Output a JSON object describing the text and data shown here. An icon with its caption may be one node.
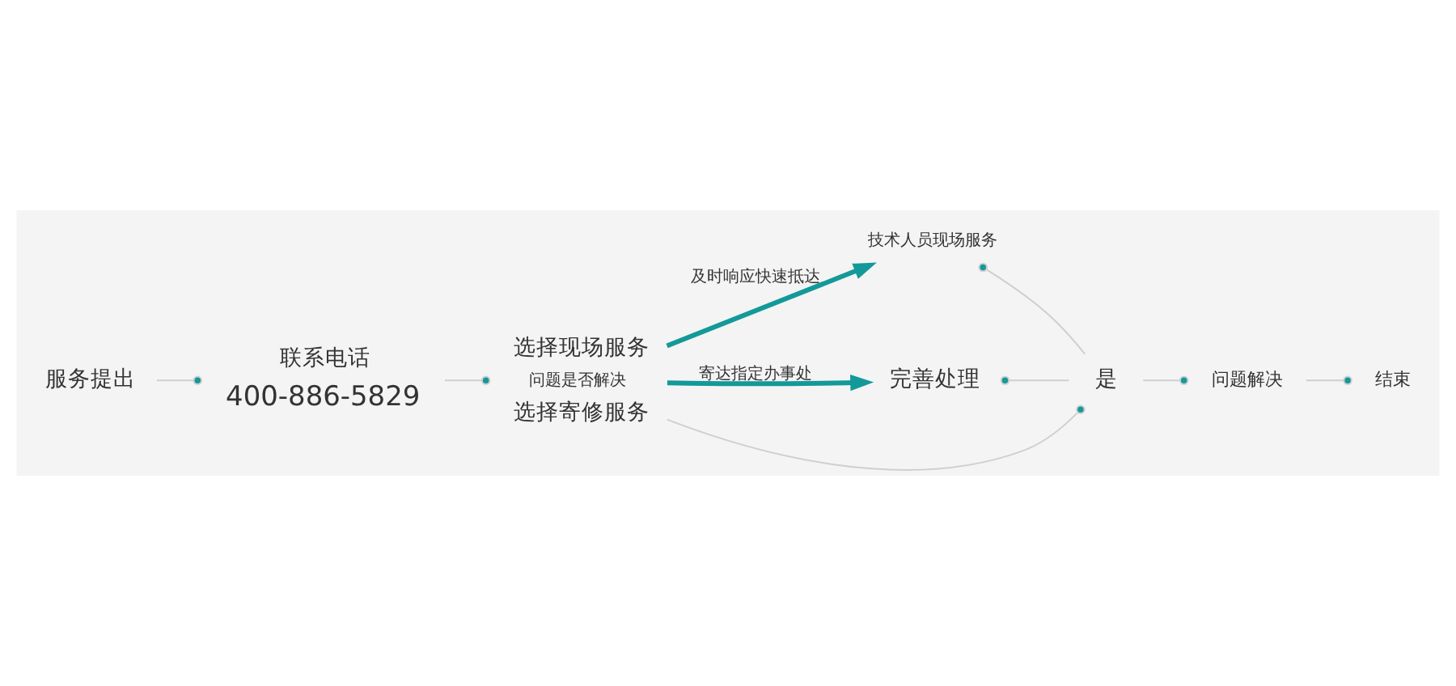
{
  "diagram": {
    "nodes": [
      {
        "text": [
          "服务提出"
        ]
      },
      {
        "text": [
          "联系电话"
        ],
        "beside": [
          "400-886-5829"
        ]
      },
      {
        "text": [
          "技术人员现场服务"
        ]
      },
      {
        "text": [
          "选择现场服务",
          "问题是否解决",
          "选择寄修服务"
        ]
      },
      {
        "text": [
          "完善处理"
        ]
      },
      {
        "text": [
          "是"
        ]
      },
      {
        "text": [
          "问题解决"
        ]
      },
      {
        "text": [
          "结束"
        ]
      }
    ],
    "edges": [
      {
        "from": 0,
        "to": 1,
        "arrow": "other"
      },
      {
        "from": 1,
        "to": 3,
        "arrow": "other"
      },
      {
        "from": 3,
        "to": 2,
        "arrow": "to",
        "label": "及时响应快速抵达",
        "style": "thick",
        "color": "#13999a"
      },
      {
        "from": 3,
        "to": 4,
        "arrow": "to",
        "label": "寄达指定办事处",
        "style": "thick",
        "color": "#13999a"
      },
      {
        "from": 2,
        "to": 5,
        "arrow": "other"
      },
      {
        "from": 3,
        "to": 5,
        "arrow": "other"
      },
      {
        "from": 4,
        "to": 5,
        "arrow": "other"
      },
      {
        "from": 5,
        "to": 6,
        "arrow": "other"
      },
      {
        "from": 6,
        "to": 7,
        "arrow": "other"
      }
    ]
  }
}
